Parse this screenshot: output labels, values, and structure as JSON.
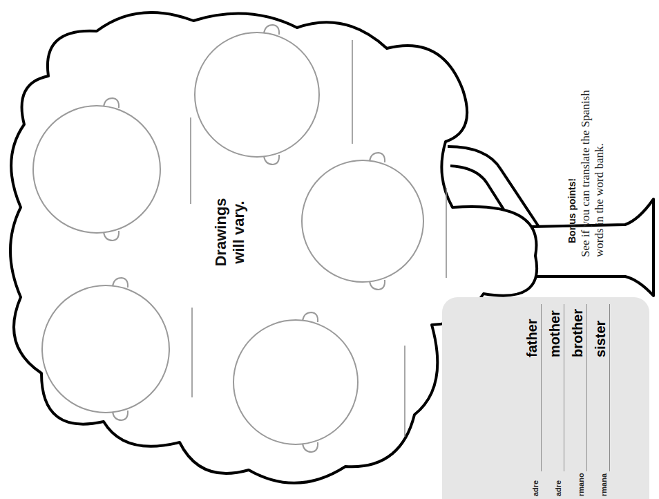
{
  "diagram": {
    "nodes": [
      {
        "text": [
          "adre",
          "father",
          "adre",
          "mother",
          "rmano",
          "brother",
          "rmana",
          "sister"
        ]
      }
    ],
    "labels": [
      "Drawings will vary.",
      "Bonus points!",
      "See if you can translate the Spanish words in the word bank."
    ]
  }
}
